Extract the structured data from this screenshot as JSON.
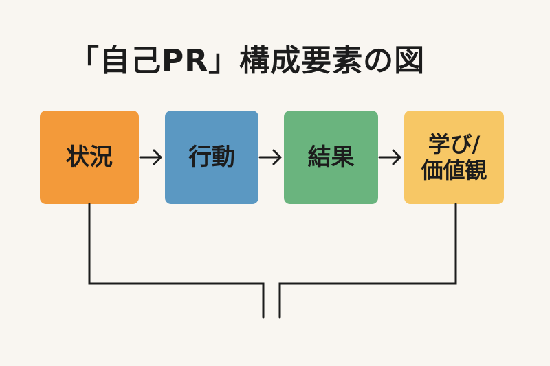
{
  "title": "「自己PR」構成要素の図",
  "steps": [
    {
      "label": "状況",
      "color": "#f39a3a"
    },
    {
      "label": "行動",
      "color": "#5b98c2"
    },
    {
      "label": "結果",
      "color": "#6ab47e"
    },
    {
      "label": "学び/\n価値観",
      "color": "#f7c765"
    }
  ],
  "arrow_glyph": "→",
  "line_color": "#1c1c1c"
}
